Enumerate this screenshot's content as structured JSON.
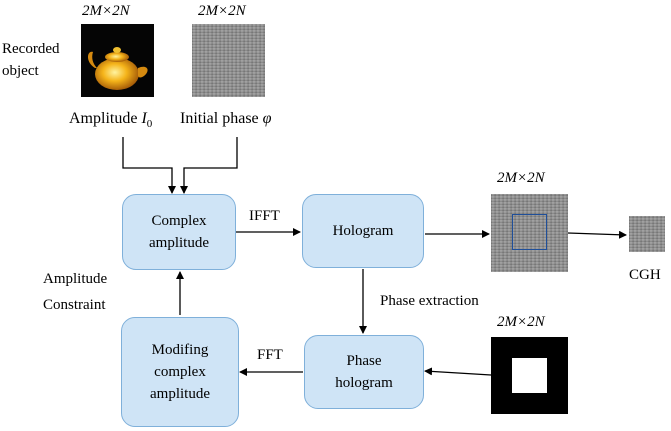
{
  "labels": {
    "dim_top_left": "2M×2N",
    "dim_top_right": "2M×2N",
    "dim_hologram_img": "2M×2N",
    "dim_mask_img": "2M×2N",
    "recorded_object_line1": "Recorded",
    "recorded_object_line2": "object",
    "amplitude_prefix": "Amplitude ",
    "amplitude_symbol": "I",
    "amplitude_subscript": "0",
    "initial_phase_prefix": "Initial phase ",
    "initial_phase_symbol": "φ",
    "ifft": "IFFT",
    "fft": "FFT",
    "phase_extraction": "Phase extraction",
    "amplitude_constraint_line1": "Amplitude",
    "amplitude_constraint_line2": "Constraint",
    "cgh": "CGH"
  },
  "boxes": {
    "complex_amplitude": [
      "Complex",
      "amplitude"
    ],
    "hologram": [
      "Hologram"
    ],
    "phase_hologram": [
      "Phase",
      "hologram"
    ],
    "modifing_complex_amplitude": [
      "Modifing",
      "complex",
      "amplitude"
    ]
  },
  "colors": {
    "box_fill": "#cfe4f6",
    "box_border": "#7fb0da",
    "selection_square": "#1f4f9a",
    "noise_gray": "#8e8e8e"
  }
}
